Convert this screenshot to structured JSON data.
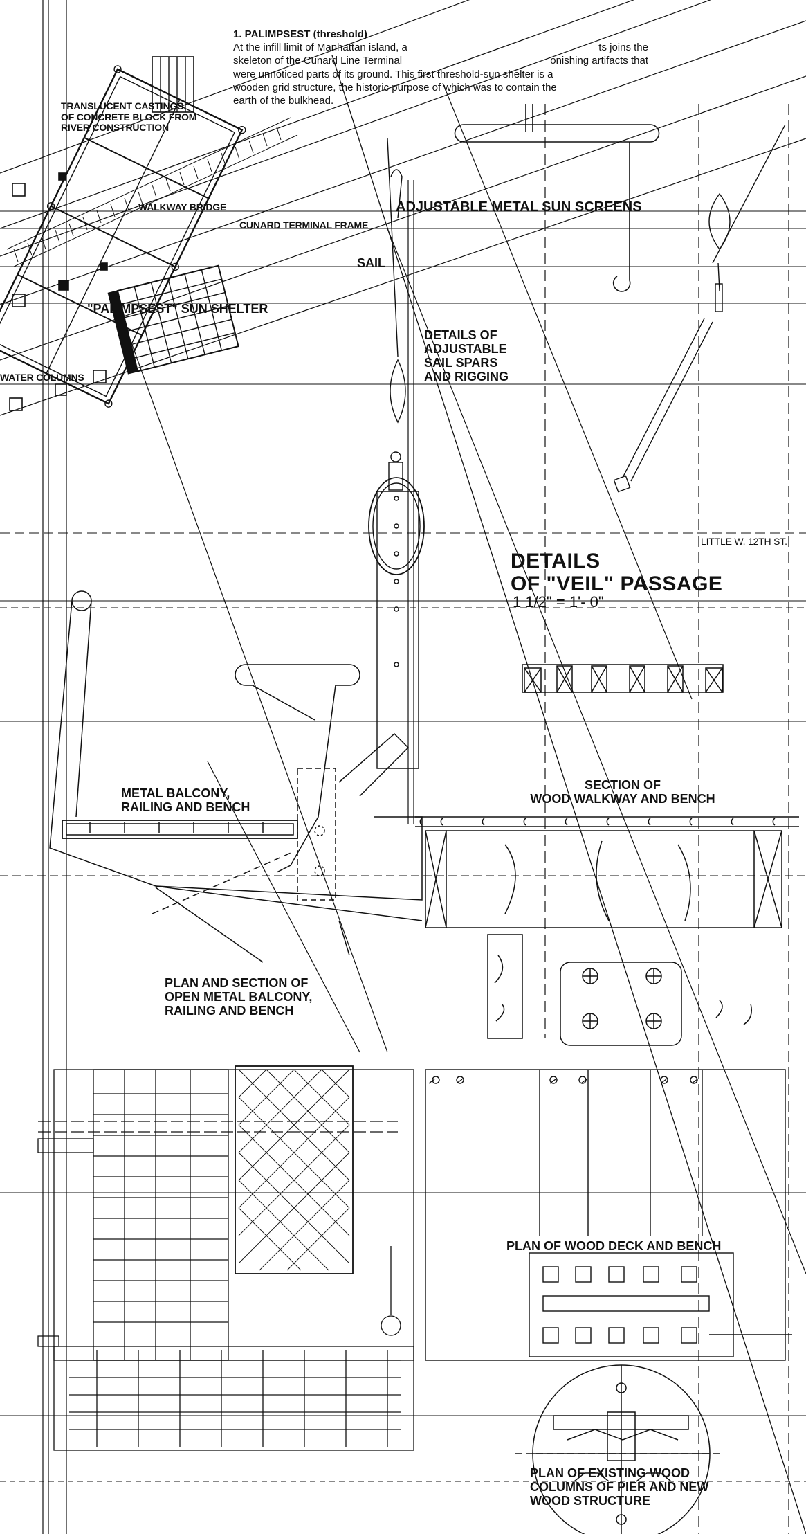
{
  "note": {
    "heading": "1. PALIMPSEST (threshold)",
    "lines": [
      "At the infill limit of Manhattan island, a",
      "skeleton of the Cunard Line Terminal",
      "were unnoticed parts of its ground. This first threshold-sun shelter is a",
      "wooden grid structure, the historic purpose of which was to contain the",
      "earth of the bulkhead."
    ],
    "line1_tail": "ts joins the",
    "line2_tail": "onishing artifacts that"
  },
  "labels": {
    "translucent_castings": "TRANSLUCENT CASTINGS\nOF CONCRETE BLOCK FROM\nRIVER CONSTRUCTION",
    "walkway_bridge": "WALKWAY BRIDGE",
    "cunard_frame": "CUNARD TERMINAL FRAME",
    "sail": "SAIL",
    "sun_screens": "ADJUSTABLE METAL SUN SCREENS",
    "palimpsest_shelter": "\"PALIMPSEST\" SUN SHELTER",
    "water_columns": "WATER COLUMNS",
    "sail_details": "DETAILS OF\nADJUSTABLE\nSAIL SPARS\nAND RIGGING",
    "street": "LITTLE W. 12TH ST.",
    "title": "DETAILS\nOF \"VEIL\" PASSAGE",
    "scale": "1 1/2\" = 1'- 0\"",
    "metal_balcony": "METAL BALCONY,\nRAILING AND BENCH",
    "section_walkway": "SECTION OF\nWOOD WALKWAY AND BENCH",
    "plan_balcony": "PLAN AND SECTION OF\nOPEN METAL BALCONY,\nRAILING AND BENCH",
    "plan_deck": "PLAN OF WOOD DECK AND BENCH",
    "plan_columns": "PLAN OF EXISTING WOOD\nCOLUMNS OF PIER AND NEW\nWOOD STRUCTURE"
  }
}
